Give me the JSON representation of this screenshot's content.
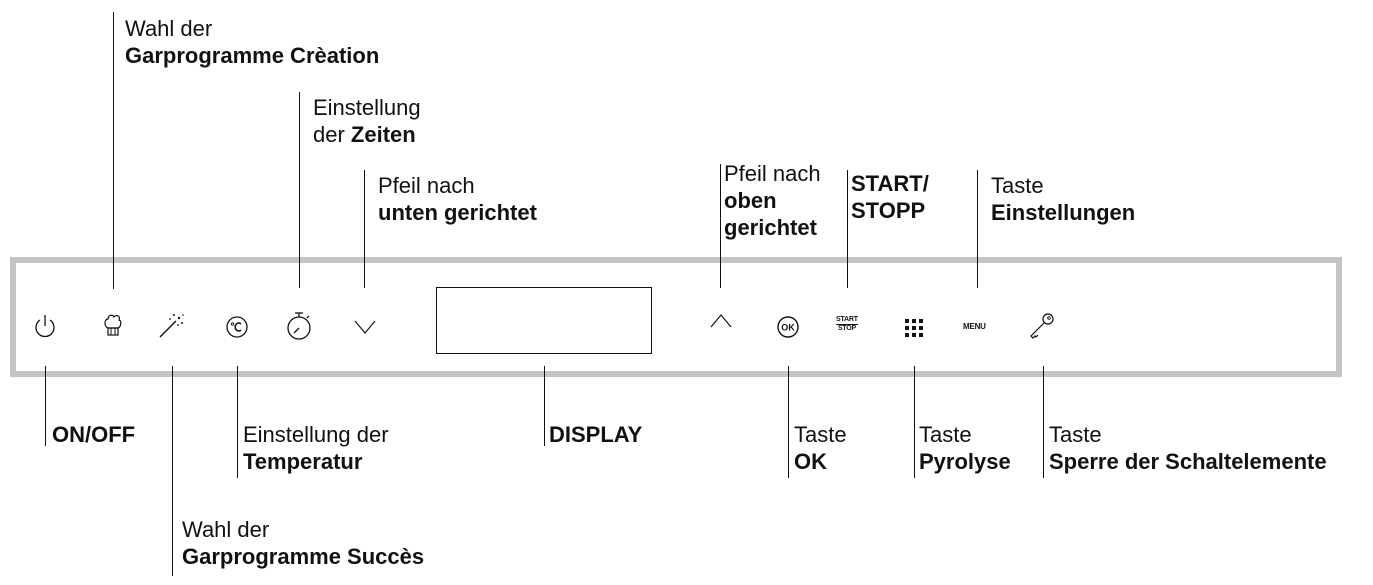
{
  "panel": {
    "start_stop_icon_text": [
      "START",
      "STOP"
    ],
    "menu_icon_text": "MENU"
  },
  "labels": {
    "creation": {
      "line1": "Wahl der",
      "line2": "Garprogramme Crèation"
    },
    "zeiten": {
      "line1": "Einstellung",
      "line2_prefix": "der ",
      "line2_bold": "Zeiten"
    },
    "unten": {
      "line1": "Pfeil nach",
      "line2": "unten gerichtet"
    },
    "oben": {
      "line1": "Pfeil nach",
      "line2": "oben",
      "line3": "gerichtet"
    },
    "startstop": {
      "line1": "START/",
      "line2": "STOPP"
    },
    "einstellungen": {
      "line1": "Taste",
      "line2": "Einstellungen"
    },
    "onoff": {
      "line1": "ON/OFF"
    },
    "temperatur": {
      "line1": "Einstellung der",
      "line2": "Temperatur"
    },
    "display": {
      "line1": "DISPLAY"
    },
    "ok": {
      "line1": "Taste",
      "line2": "OK"
    },
    "pyrolyse": {
      "line1": "Taste",
      "line2": "Pyrolyse"
    },
    "sperre": {
      "line1": "Taste",
      "line2": "Sperre der Schaltelemente"
    },
    "succes": {
      "line1": "Wahl der",
      "line2": "Garprogramme Succès"
    }
  },
  "icons": {
    "power": "power-icon",
    "chef_hat": "chef-hat-icon",
    "magic_wand": "magic-wand-icon",
    "temperature": "celsius-icon",
    "timer": "stopwatch-icon",
    "arrow_down": "chevron-down-icon",
    "arrow_up": "chevron-up-icon",
    "ok": "ok-icon",
    "start_stop": "start-stop-icon",
    "pyrolysis": "grid-dots-icon",
    "menu": "menu-icon",
    "lock": "key-icon"
  }
}
